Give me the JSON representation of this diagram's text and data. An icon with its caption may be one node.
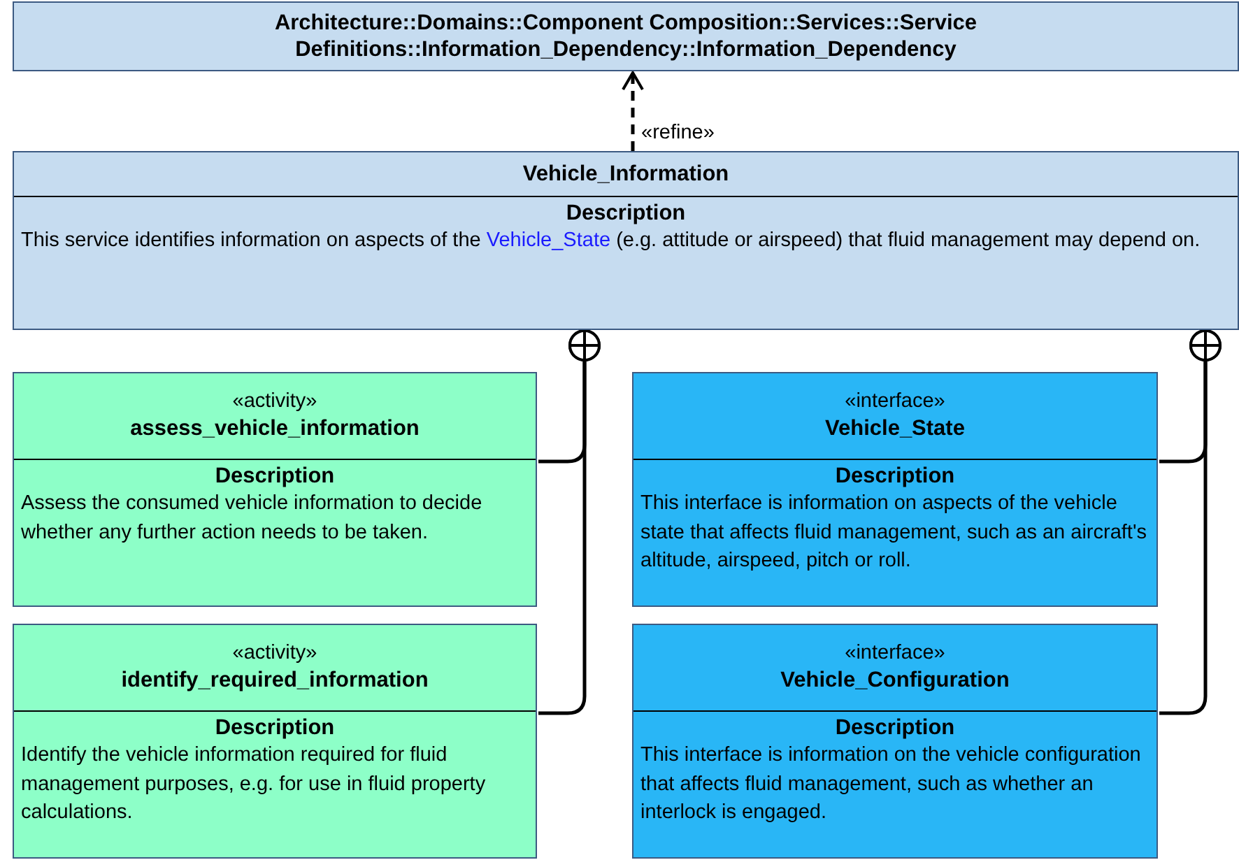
{
  "diagram": {
    "nodes": [
      {
        "text": [
          "Architecture::Domains::Component Composition::Services::Service Definitions::Information_Dependency::Information_Dependency"
        ]
      },
      {
        "text": [
          "Vehicle_Information",
          "Description",
          "This service identifies information on aspects of the *Vehicle_State* (e.g. attitude or airspeed) that fluid management may depend on."
        ]
      },
      {
        "text": [
          "«activity»",
          "assess_vehicle_information",
          "Description",
          "Assess the consumed vehicle information to decide whether any further action needs to be taken."
        ]
      },
      {
        "text": [
          "«activity»",
          "identify_required_information",
          "Description",
          "Identify the vehicle information required for fluid management purposes, e.g. for use in fluid property calculations."
        ]
      },
      {
        "text": [
          "«interface»",
          "Vehicle_State",
          "Description",
          "This interface is information on aspects of the vehicle state that affects fluid management, such as an aircraft's altitude, airspeed, pitch or roll."
        ]
      },
      {
        "text": [
          "«interface»",
          "Vehicle_Configuration",
          "Description",
          "This interface is information on the vehicle configuration that affects fluid management, such as whether an interlock is engaged."
        ]
      }
    ],
    "edges": [
      {
        "from": 1,
        "to": 0,
        "arrow": "to",
        "label": "«refine»",
        "style": "dashed"
      },
      {
        "from": 1,
        "to": 2,
        "arrow": "other"
      },
      {
        "from": 1,
        "to": 3,
        "arrow": "other"
      },
      {
        "from": 1,
        "to": 4,
        "arrow": "other"
      },
      {
        "from": 1,
        "to": 5,
        "arrow": "other"
      }
    ]
  }
}
